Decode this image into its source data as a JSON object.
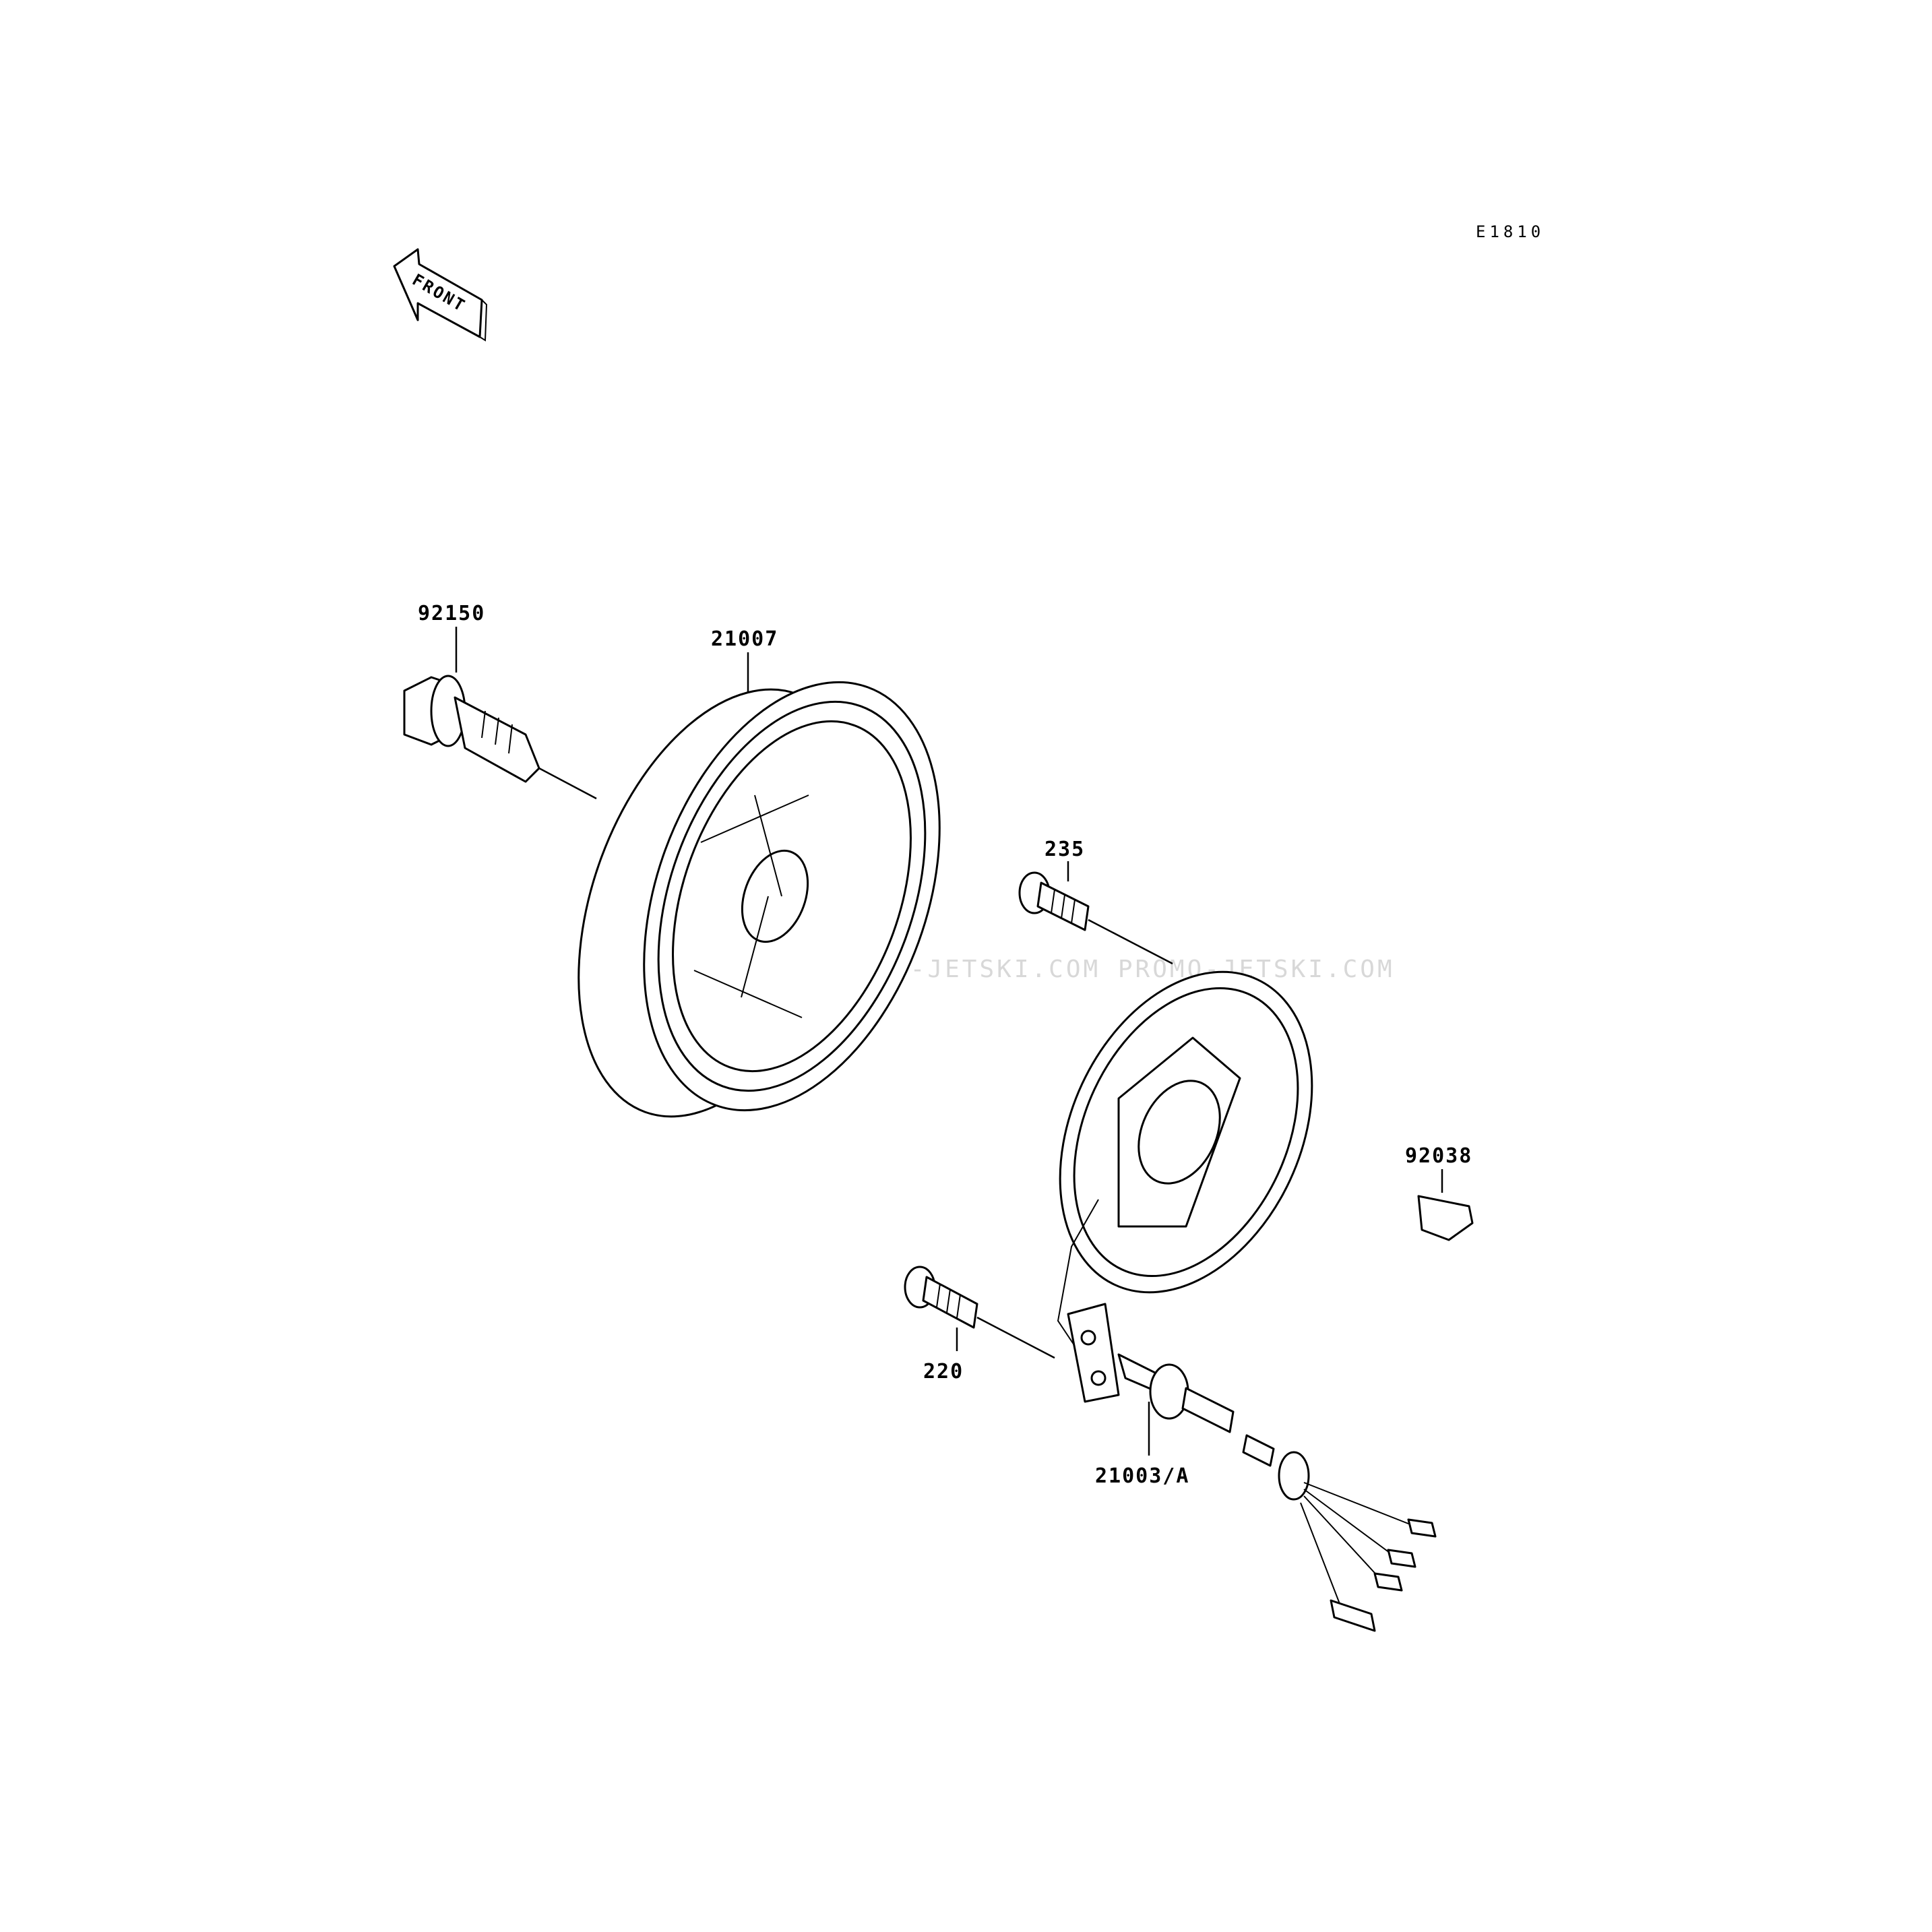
{
  "diagram": {
    "code": "E1810",
    "direction_label": "FRONT",
    "watermark": "JETSKI.COM  PROMO-JETSKI.COM  PROMO-JETSKI.COM",
    "parts": [
      {
        "number": "92150"
      },
      {
        "number": "21007"
      },
      {
        "number": "235"
      },
      {
        "number": "92038"
      },
      {
        "number": "220"
      },
      {
        "number": "21003/A"
      }
    ]
  }
}
